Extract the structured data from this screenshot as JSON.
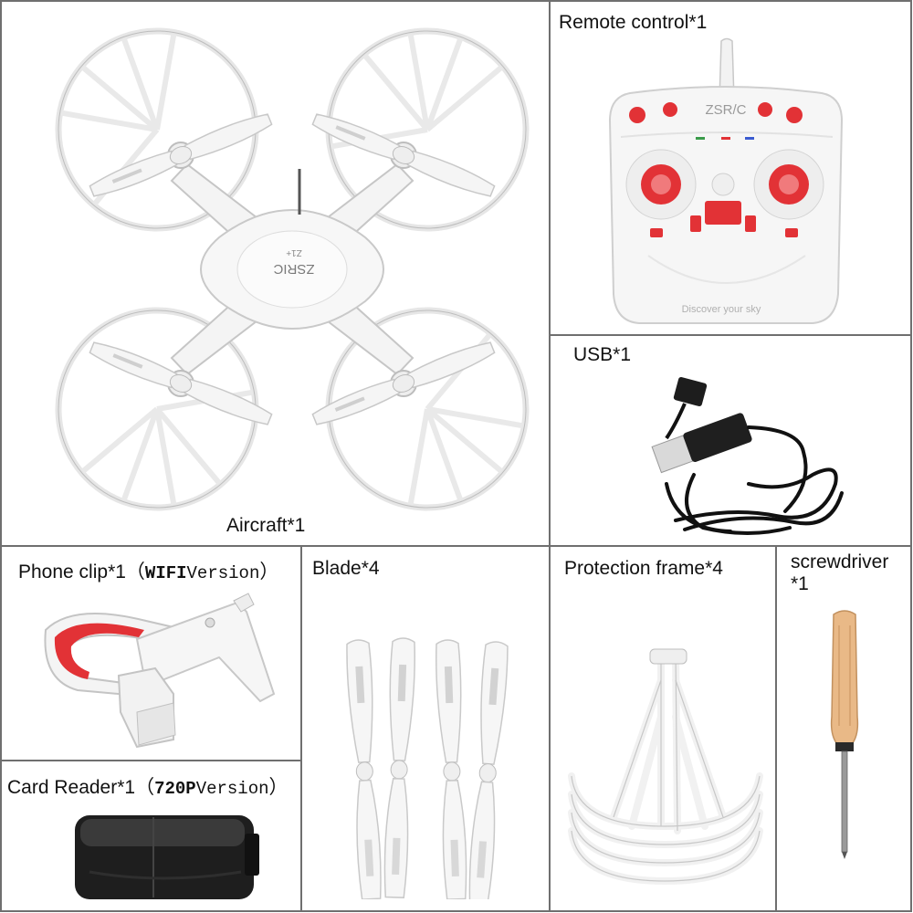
{
  "labels": {
    "remote": "Remote control*1",
    "usb": "USB*1",
    "aircraft": "Aircraft*1",
    "phone_clip_main": "Phone clip*1",
    "phone_clip_open": "（",
    "phone_clip_wifi": "WIFI",
    "phone_clip_version": "Version",
    "phone_clip_close": "）",
    "blade": "Blade*4",
    "protection": "Protection frame*4",
    "screwdriver_line1": "screwdriver",
    "screwdriver_line2": "*1",
    "card_main": "Card Reader*1（",
    "card_720p": "720P",
    "card_version": "Version",
    "card_close": "）"
  },
  "product_text": {
    "drone_logo": "ZSRIC",
    "drone_model": "Z1+",
    "remote_brand": "ZSR/C",
    "remote_tagline": "Discover your sky"
  },
  "colors": {
    "grid_line": "#6f6f6f",
    "accent_red": "#e23236",
    "plastic_white": "#f7f7f7",
    "handle_wood": "#e9b987",
    "leather_black": "#1e1e1e"
  }
}
